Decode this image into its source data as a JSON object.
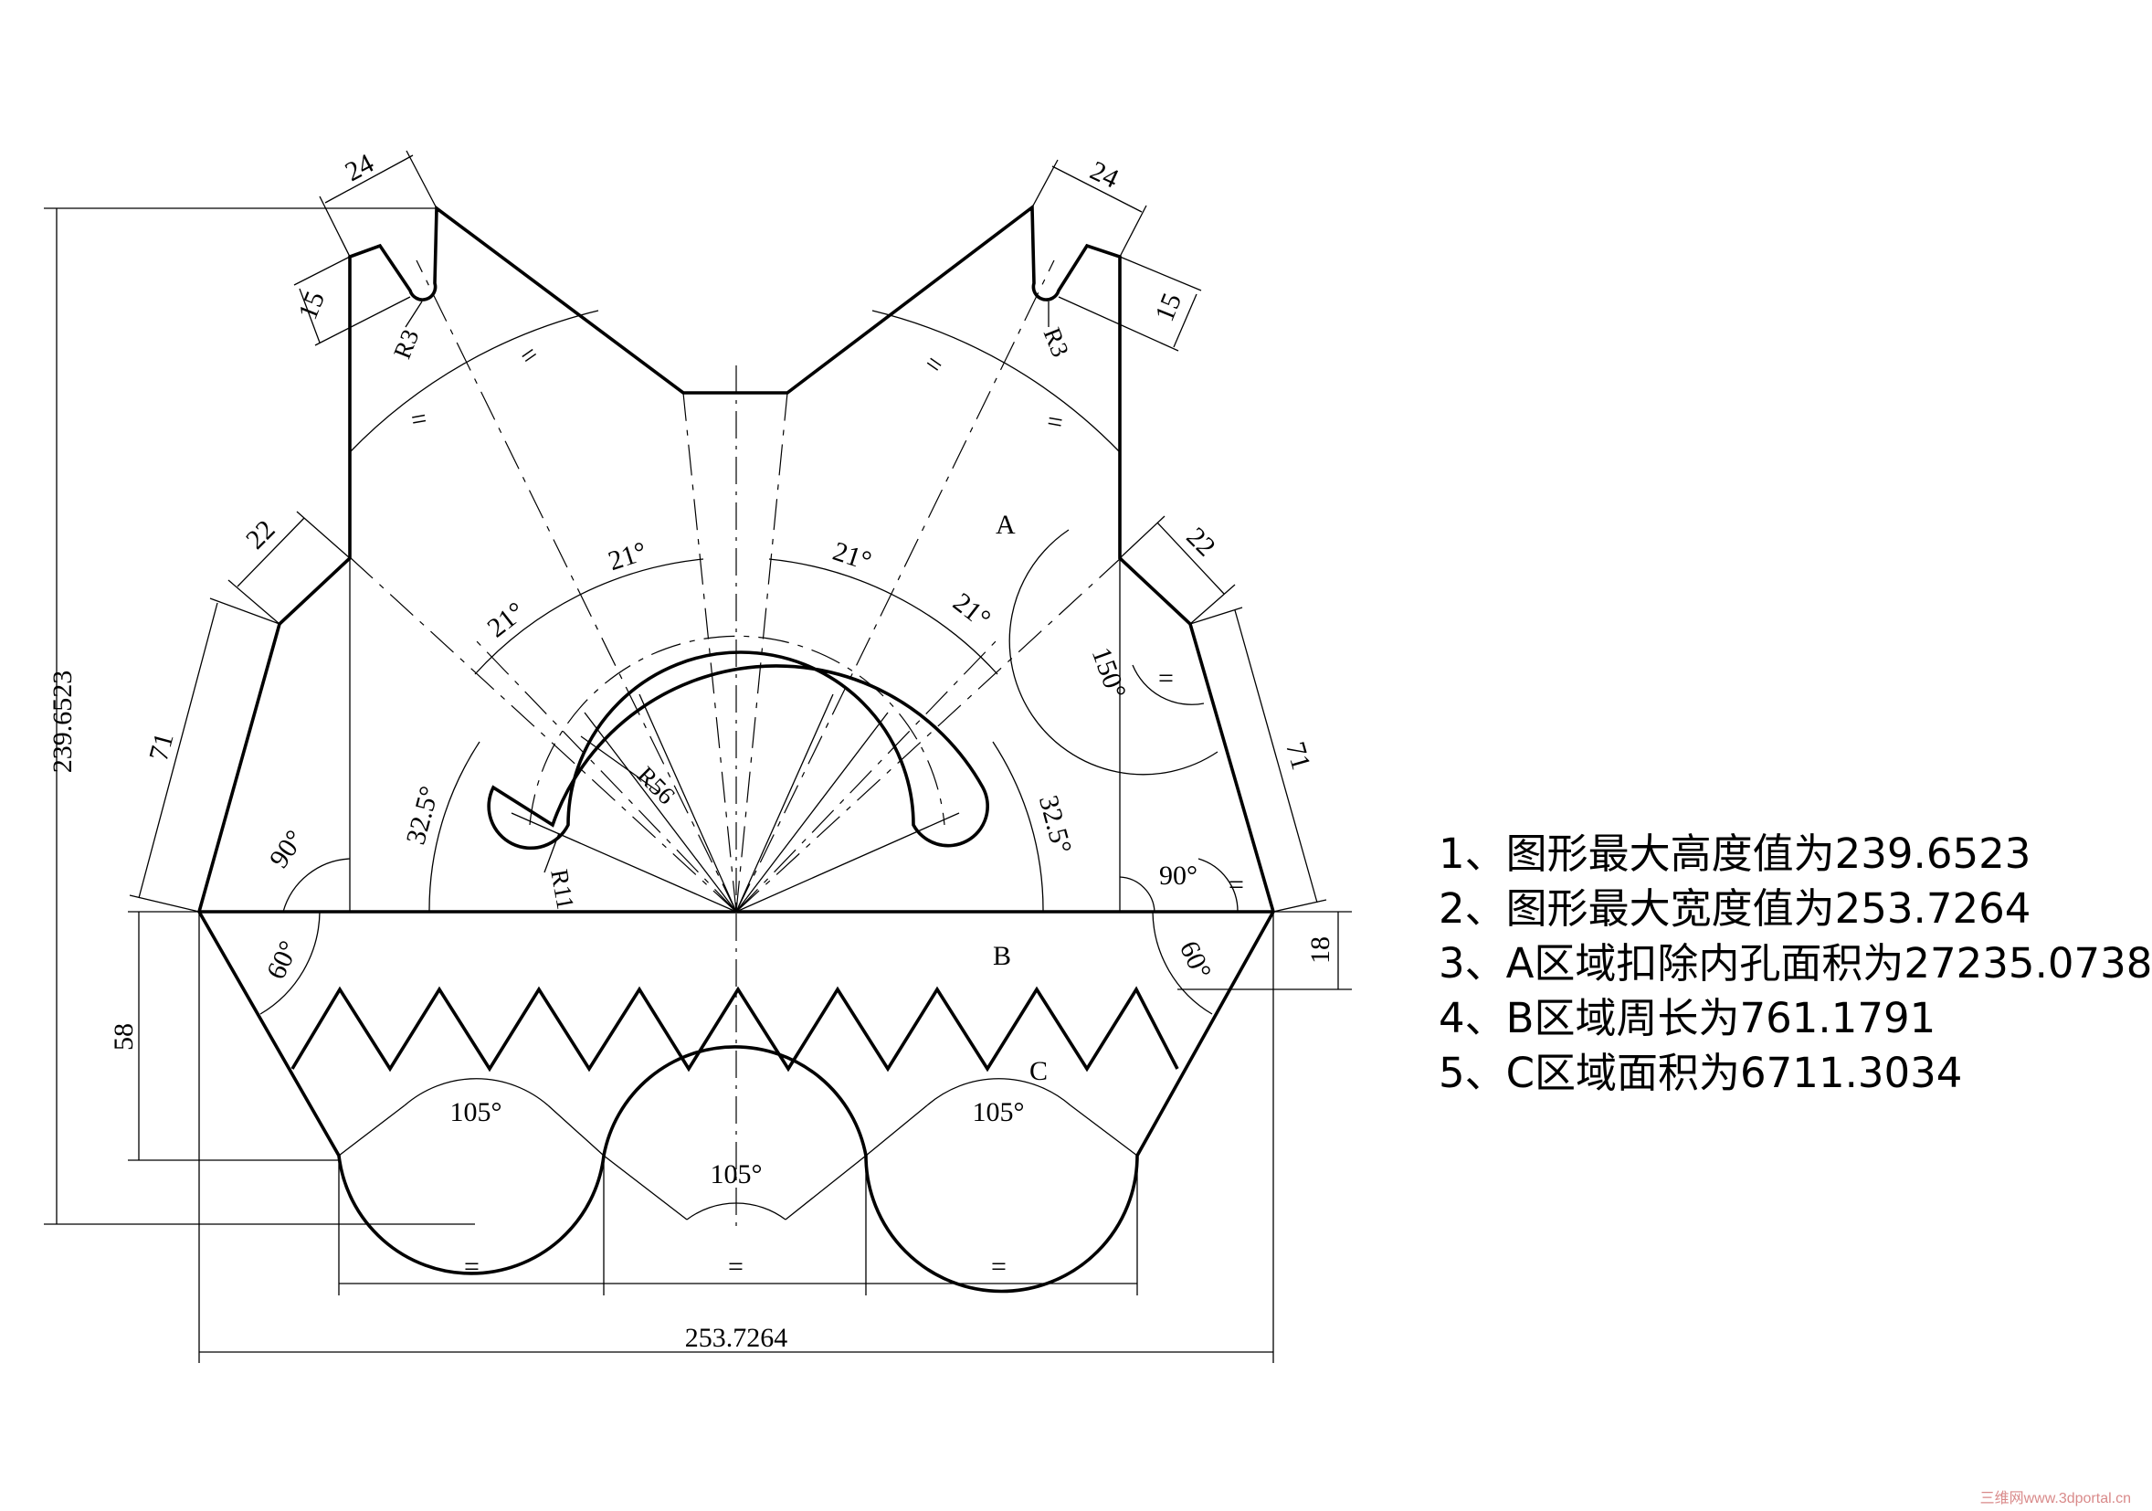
{
  "labels": {
    "region_a": "A",
    "region_b": "B",
    "region_c": "C",
    "radius_r3": "R3",
    "radius_r56": "R56",
    "radius_r11": "R11"
  },
  "dimensions": {
    "height_total": "239.6523",
    "width_total": "253.7264",
    "notch_width": "24",
    "notch_depth": "15",
    "chamfer": "22",
    "side_length": "71",
    "band_height": "18",
    "lower_height": "58",
    "angle_21": "21°",
    "angle_32_5": "32.5°",
    "angle_90": "90°",
    "angle_60": "60°",
    "angle_150": "150°",
    "angle_105": "105°",
    "equal_mark": "="
  },
  "notes": [
    "1、图形最大高度值为239.6523",
    "2、图形最大宽度值为253.7264",
    "3、A区域扣除内孔面积为27235.0738",
    "4、B区域周长为761.1791",
    "5、C区域面积为6711.3034"
  ],
  "watermark": "三维网www.3dportal.cn"
}
